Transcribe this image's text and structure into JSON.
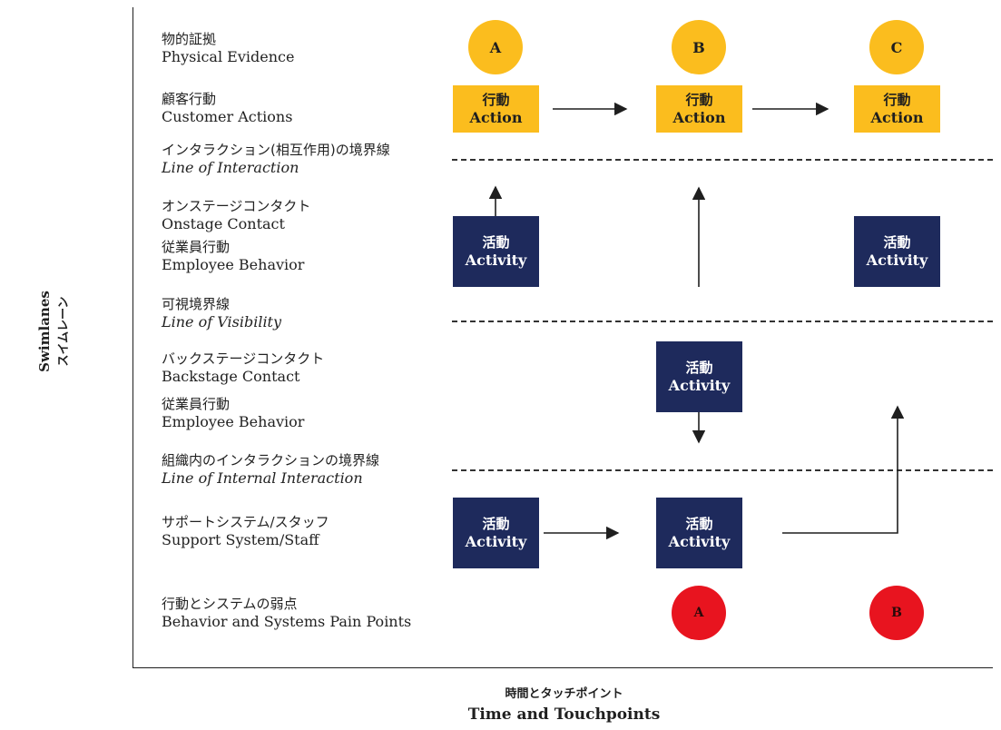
{
  "axis": {
    "y_label_en": "Swimlanes",
    "y_label_jp": "スイムレーン",
    "x_label_jp": "時間とタッチポイント",
    "x_label_en": "Time and Touchpoints"
  },
  "lanes": [
    {
      "jp": "物的証拠",
      "en": "Physical Evidence"
    },
    {
      "jp": "顧客行動",
      "en": "Customer Actions"
    },
    {
      "jp": "インタラクション(相互作用)の境界線",
      "en": "Line of Interaction"
    },
    {
      "jp": "オンステージコンタクト",
      "en": "Onstage Contact"
    },
    {
      "jp": "従業員行動",
      "en": "Employee Behavior"
    },
    {
      "jp": "可視境界線",
      "en": "Line of Visibility"
    },
    {
      "jp": "バックステージコンタクト",
      "en": "Backstage Contact"
    },
    {
      "jp": "従業員行動",
      "en": "Employee Behavior"
    },
    {
      "jp": "組織内のインタラクションの境界線",
      "en": "Line of Internal Interaction"
    },
    {
      "jp": "サポートシステム/スタッフ",
      "en": "Support System/Staff"
    },
    {
      "jp": "行動とシステムの弱点",
      "en": "Behavior and Systems Pain Points"
    }
  ],
  "evidence": [
    "A",
    "B",
    "C"
  ],
  "pain_points": [
    "A",
    "B"
  ],
  "action": {
    "jp": "行動",
    "en": "Action"
  },
  "activity": {
    "jp": "活動",
    "en": "Activity"
  },
  "colors": {
    "action": "#fbbd1e",
    "activity": "#1e2a5c",
    "pain_point": "#e8141f",
    "line": "#1f1f1f"
  }
}
